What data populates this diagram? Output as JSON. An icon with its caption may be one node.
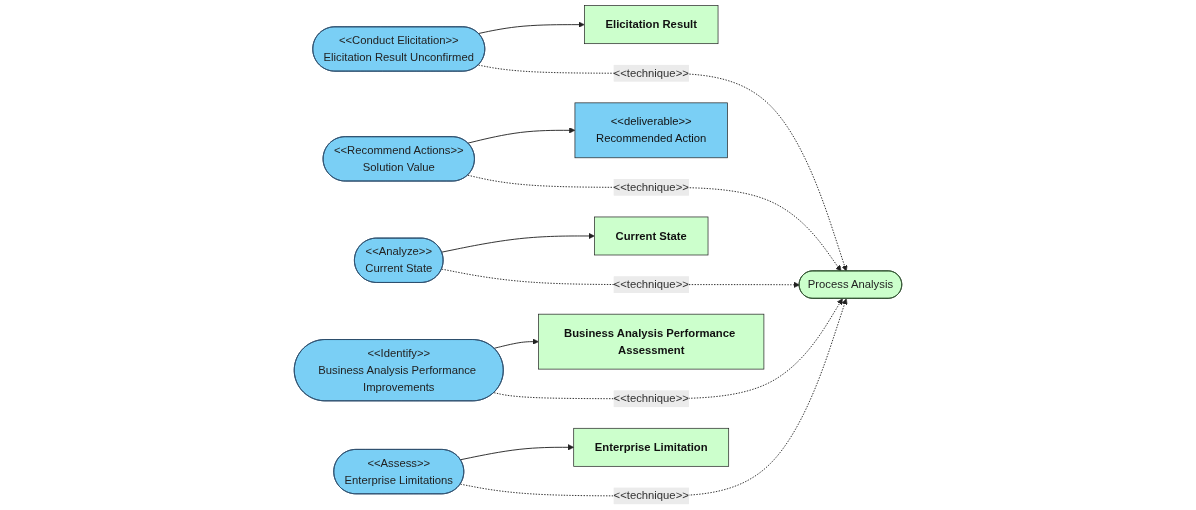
{
  "diagram": {
    "nodes": [
      {
        "text": [
          "<<Conduct Elicitation>>",
          "Elicitation Result Unconfirmed"
        ]
      },
      {
        "text": [
          "<<Recommend Actions>>",
          "Solution Value"
        ]
      },
      {
        "text": [
          "<<deliverable>>",
          "Recommended Action"
        ]
      },
      {
        "text": [
          "Elicitation Result"
        ]
      },
      {
        "text": [
          "Business Analysis Performance Assessment"
        ]
      },
      {
        "text": [
          "Process Analysis"
        ]
      },
      {
        "text": [
          "<<Analyze>>",
          "Current State"
        ]
      },
      {
        "text": [
          "<<Identify>>",
          "Business Analysis Performance Improvements"
        ]
      },
      {
        "text": [
          "<<Assess>>",
          "Enterprise Limitations"
        ]
      },
      {
        "text": [
          "Current State"
        ]
      },
      {
        "text": [
          "Enterprise Limitation"
        ]
      }
    ],
    "edges": [
      {
        "from": 0,
        "to": 3,
        "arrow": "to"
      },
      {
        "from": 1,
        "to": 2,
        "arrow": "to"
      },
      {
        "from": 7,
        "to": 4,
        "arrow": "to"
      },
      {
        "from": 6,
        "to": 9,
        "arrow": "to"
      },
      {
        "from": 8,
        "to": 10,
        "arrow": "to"
      },
      {
        "from": 0,
        "to": 5,
        "arrow": "to",
        "style": "dashed",
        "label": "<<technique>>"
      },
      {
        "from": 1,
        "to": 5,
        "arrow": "to",
        "style": "dashed",
        "label": "<<technique>>"
      },
      {
        "from": 6,
        "to": 5,
        "arrow": "to",
        "style": "dashed",
        "label": "<<technique>>"
      },
      {
        "from": 7,
        "to": 5,
        "arrow": "to",
        "style": "dashed",
        "label": "<<technique>>"
      },
      {
        "from": 8,
        "to": 5,
        "arrow": "to",
        "style": "dashed",
        "label": "<<technique>>"
      }
    ]
  }
}
